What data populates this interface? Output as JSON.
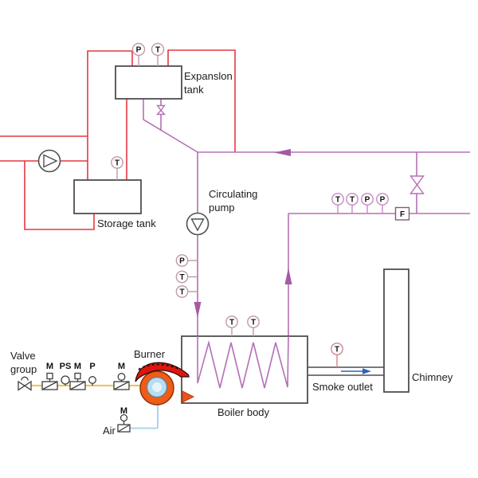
{
  "colors": {
    "pipe_red": "#e5383f",
    "pipe_magenta": "#b570b5",
    "arrow_magenta": "#a55aa5",
    "gas_yellow": "#eac56e",
    "air_blue": "#a9d7ec",
    "smoke_arrow_blue": "#2f62b5",
    "outline_gray": "#4f4f4f",
    "burner_red": "#dc1710",
    "burner_orange": "#f05c16",
    "burner_blue": "#b9dcee",
    "sensor_pink": "#c09aa6",
    "sensor_magenta": "#c58bc5",
    "sensor_red": "#d4838d",
    "text_dark": "#1c1c1c"
  },
  "labels": {
    "expansion_tank_line1": "Expanslon",
    "expansion_tank_line2": "tank",
    "storage_tank": "Storage tank",
    "circulating_pump_line1": "Circulating",
    "circulating_pump_line2": "pump",
    "valve_group_line1": "Valve",
    "valve_group_line2": "group",
    "burner": "Burner",
    "air": "Air",
    "boiler_body": "Boiler body",
    "smoke_outlet": "Smoke outlet",
    "chimney": "Chimney"
  },
  "instruments": {
    "expansion_p": "P",
    "expansion_t": "T",
    "storage_t": "T",
    "supply_p": "P",
    "supply_t1": "T",
    "supply_t2": "T",
    "boiler_t1": "T",
    "boiler_t2": "T",
    "return_t1": "T",
    "return_t2": "T",
    "return_p1": "P",
    "return_p2": "P",
    "flow_meter_f": "F",
    "smoke_t": "T",
    "gas_valve1_m": "M",
    "gas_ps": "PS",
    "gas_valve2_m": "M",
    "gas_p": "P",
    "gas_valve3_m": "M",
    "air_damper_m": "M"
  }
}
